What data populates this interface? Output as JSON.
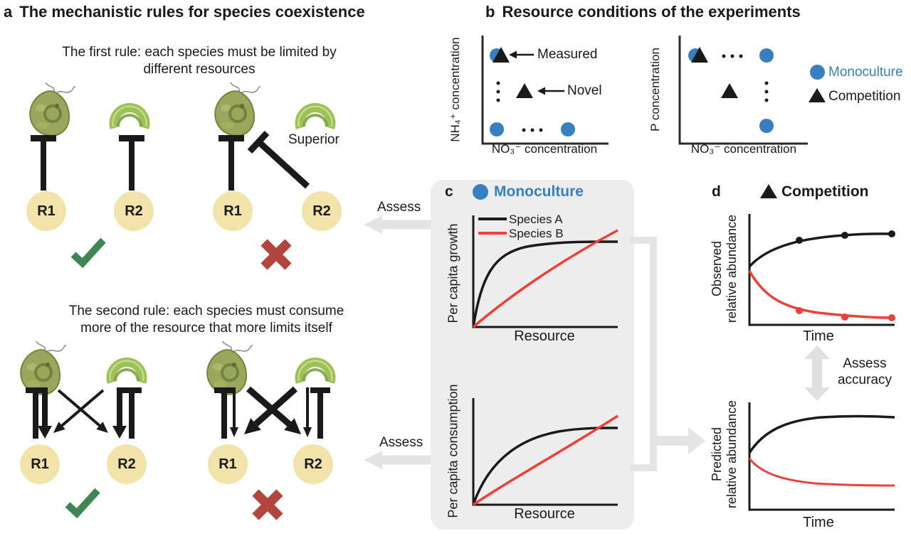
{
  "colors": {
    "blue": "#377fc1",
    "red_curve": "#ee4036",
    "black_curve": "#1a1a1a",
    "green_check": "#3e8653",
    "red_cross": "#b2463e",
    "resource_circle_fill": "#f2e3aa",
    "panel_gray": "#ededed",
    "arrow_gray": "#e3e3e3"
  },
  "panel_a": {
    "letter": "a",
    "title": "The mechanistic rules for species coexistence",
    "rule1": {
      "caption_line1": "The first rule: each species must be limited by",
      "caption_line2": "different resources",
      "superior_label": "Superior"
    },
    "rule2": {
      "caption_line1": "The second rule: each species must consume",
      "caption_line2": "more of the resource that more limits itself"
    },
    "resource1": "R1",
    "resource2": "R2"
  },
  "panel_b": {
    "letter": "b",
    "title": "Resource conditions of the experiments",
    "plot_nh4": {
      "ylabel": "NH₄⁺ concentration",
      "xlabel": "NO₃⁻ concentration",
      "annotation_measured": "Measured",
      "annotation_novel": "Novel"
    },
    "plot_p": {
      "ylabel": "P concentration",
      "xlabel": "NO₃⁻ concentration"
    },
    "legend": {
      "monoculture": "Monoculture",
      "competition": "Competition"
    }
  },
  "panel_c": {
    "letter": "c",
    "header": "Monoculture",
    "growth_plot": {
      "ylabel": "Per capita growth",
      "xlabel": "Resource",
      "legend_species_a": "Species A",
      "legend_species_b": "Species B"
    },
    "consumption_plot": {
      "ylabel": "Per capita consumption",
      "xlabel": "Resource"
    },
    "assess_top": "Assess",
    "assess_bottom": "Assess"
  },
  "panel_d": {
    "letter": "d",
    "header": "Competition",
    "observed_plot": {
      "ylabel_line1": "Observed",
      "ylabel_line2": "relative abundance",
      "xlabel": "Time"
    },
    "predicted_plot": {
      "ylabel_line1": "Predicted",
      "ylabel_line2": "relative abundance",
      "xlabel": "Time"
    },
    "assess_accuracy_line1": "Assess",
    "assess_accuracy_line2": "accuracy"
  }
}
